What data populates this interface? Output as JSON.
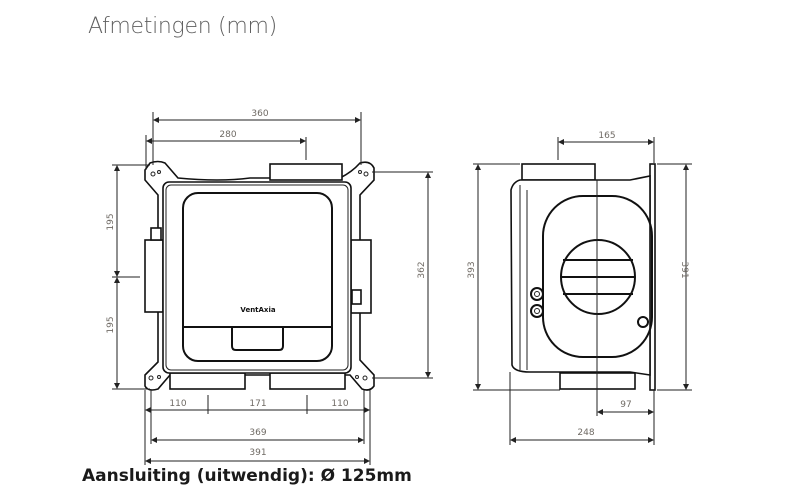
{
  "title": "Afmetingen (mm)",
  "caption": "Aansluiting (uitwendig): Ø 125mm",
  "logo": "VentAxia",
  "front_view": {
    "dim_width_top": "360",
    "dim_spigot_offset": "280",
    "dim_left_upper": "195",
    "dim_left_lower": "195",
    "dim_height_right": "362",
    "dim_bottom_left": "110",
    "dim_bottom_middle": "171",
    "dim_bottom_right": "110",
    "dim_width_369": "369",
    "dim_width_391": "391"
  },
  "side_view": {
    "dim_top_165": "165",
    "dim_height_393": "393",
    "dim_height_391": "391",
    "dim_97": "97",
    "dim_depth_248": "248"
  }
}
